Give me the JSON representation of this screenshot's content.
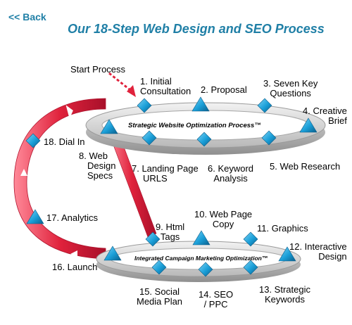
{
  "nav": {
    "back_label": "<< Back"
  },
  "page": {
    "title": "Our 18-Step Web Design and SEO Process"
  },
  "diagram": {
    "start_label": "Start Process",
    "top_ring_label": "Strategic Website Optimization Process™",
    "bottom_ring_label": "Integrated Campaign Marketing Optimization™",
    "colors": {
      "ring": "#c8c8c8",
      "arrow": "#e0223c",
      "shape": "#1a9fd8",
      "title": "#1f7fa6"
    },
    "steps": [
      {
        "n": 1,
        "lines": [
          "1. Initial",
          "Consultation"
        ]
      },
      {
        "n": 2,
        "lines": [
          "2. Proposal"
        ]
      },
      {
        "n": 3,
        "lines": [
          "3. Seven Key",
          "Questions"
        ]
      },
      {
        "n": 4,
        "lines": [
          "4. Creative",
          "Brief"
        ]
      },
      {
        "n": 5,
        "lines": [
          "5. Web Research"
        ]
      },
      {
        "n": 6,
        "lines": [
          "6. Keyword",
          "Analysis"
        ]
      },
      {
        "n": 7,
        "lines": [
          "7. Landing Page",
          "URLS"
        ]
      },
      {
        "n": 8,
        "lines": [
          "8. Web",
          "Design",
          "Specs"
        ]
      },
      {
        "n": 9,
        "lines": [
          "9. Html",
          "Tags"
        ]
      },
      {
        "n": 10,
        "lines": [
          "10. Web Page",
          "Copy"
        ]
      },
      {
        "n": 11,
        "lines": [
          "11. Graphics"
        ]
      },
      {
        "n": 12,
        "lines": [
          "12. Interactive",
          "Design"
        ]
      },
      {
        "n": 13,
        "lines": [
          "13. Strategic",
          "Keywords"
        ]
      },
      {
        "n": 14,
        "lines": [
          "14. SEO",
          "/ PPC"
        ]
      },
      {
        "n": 15,
        "lines": [
          "15. Social",
          "Media Plan"
        ]
      },
      {
        "n": 16,
        "lines": [
          "16. Launch"
        ]
      },
      {
        "n": 17,
        "lines": [
          "17. Analytics"
        ]
      },
      {
        "n": 18,
        "lines": [
          "18. Dial In"
        ]
      }
    ]
  }
}
